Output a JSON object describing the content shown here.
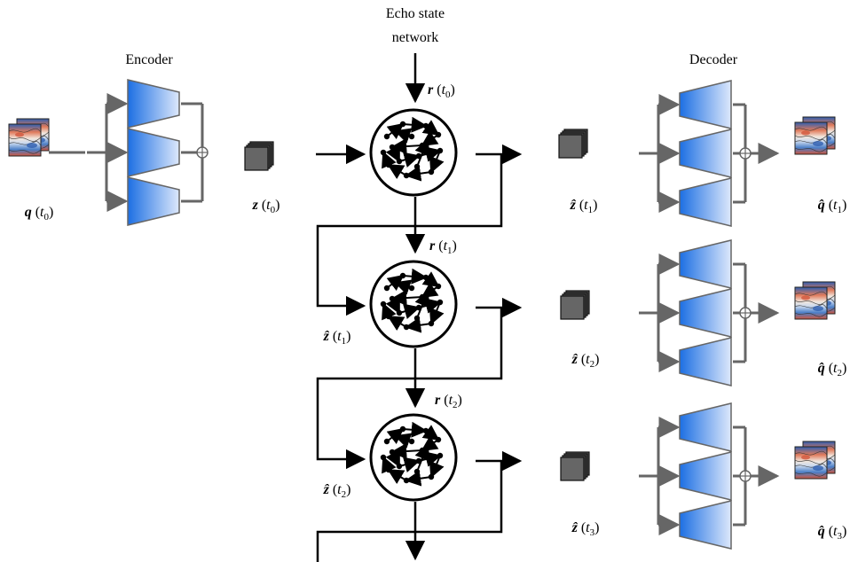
{
  "title": {
    "line1": "Echo state",
    "line2": "network"
  },
  "encoder": {
    "label": "Encoder"
  },
  "decoder": {
    "label": "Decoder"
  },
  "input": {
    "symbol": "q",
    "time": "t",
    "subscript": "0"
  },
  "latent": {
    "symbol": "z",
    "time": "t",
    "subscript": "0"
  },
  "reservoir_states": [
    {
      "symbol": "r",
      "time": "t",
      "subscript": "0"
    },
    {
      "symbol": "r",
      "time": "t",
      "subscript": "1"
    },
    {
      "symbol": "r",
      "time": "t",
      "subscript": "2"
    }
  ],
  "predicted_latents": [
    {
      "symbol": "ẑ",
      "time": "t",
      "subscript": "1"
    },
    {
      "symbol": "ẑ",
      "time": "t",
      "subscript": "2"
    },
    {
      "symbol": "ẑ",
      "time": "t",
      "subscript": "3"
    }
  ],
  "feedback_latents": [
    {
      "symbol": "ẑ",
      "time": "t",
      "subscript": "1"
    },
    {
      "symbol": "ẑ",
      "time": "t",
      "subscript": "2"
    }
  ],
  "outputs": [
    {
      "symbol": "q̂",
      "time": "t",
      "subscript": "1"
    },
    {
      "symbol": "q̂",
      "time": "t",
      "subscript": "2"
    },
    {
      "symbol": "q̂",
      "time": "t",
      "subscript": "3"
    }
  ],
  "colors": {
    "line": "#000000",
    "net_line": "#666666",
    "block_fill_dark": "#1c6fe3",
    "block_fill_light": "#dde8fb",
    "block_stroke": "#666666",
    "cube": "#555555"
  }
}
